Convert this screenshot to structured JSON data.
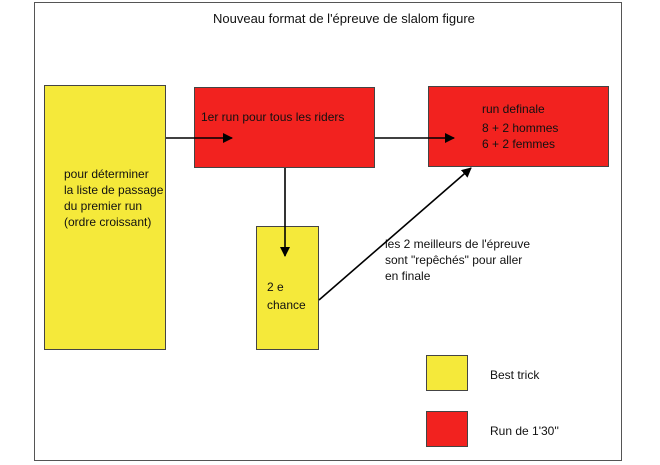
{
  "title": "Nouveau format de l'épreuve de slalom figure",
  "boxes": {
    "start": {
      "lines": [
        "pour déterminer",
        "la liste de passage",
        "du premier run",
        "(ordre croissant)"
      ]
    },
    "run1": {
      "label": "1er run pour tous les riders"
    },
    "chance": {
      "lines": [
        "2 e",
        "chance"
      ]
    },
    "final": {
      "lines": [
        "run definale",
        "8 + 2 hommes",
        "6 + 2 femmes"
      ]
    }
  },
  "annotation": {
    "lines": [
      "les 2 meilleurs de l'épreuve",
      "sont \"repêchés\" pour aller",
      "en finale"
    ]
  },
  "legend": {
    "items": [
      {
        "label": "Best trick",
        "color": "#f5e93a"
      },
      {
        "label": "Run de 1'30''",
        "color": "#f2221f"
      }
    ]
  },
  "colors": {
    "yellow": "#f5e93a",
    "red": "#f2221f"
  }
}
